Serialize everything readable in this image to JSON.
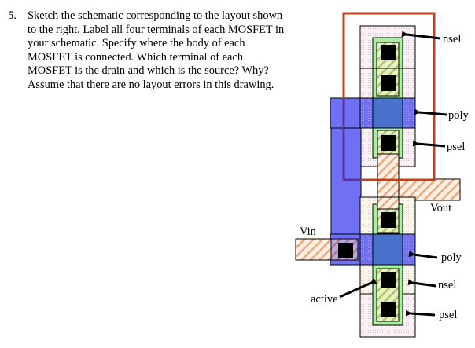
{
  "question": {
    "number": "5.",
    "text": "Sketch the schematic corresponding to the layout shown to the right. Label all four terminals of each MOSFET in your schematic. Specify where the body of each MOSFET is connected. Which terminal of each MOSFET is the drain and which is the source? Why? Assume that there are no layout errors in this drawing."
  },
  "diagram": {
    "labels": {
      "nsel_top": "nsel",
      "poly_top": "poly",
      "psel_top": "psel",
      "vout": "Vout",
      "vin": "Vin",
      "poly_bottom": "poly",
      "nsel_bottom": "nsel",
      "active": "active",
      "psel_bottom": "psel"
    },
    "colors": {
      "well_outline": "#C0401A",
      "poly": "#7070F5",
      "poly_over_active": "#4A72CC",
      "active": "#A8F0A0",
      "active_inner": "#D8F5B0",
      "metal_hatch": "#F0A070",
      "contact": "#000000",
      "sel_pink": "#F7E6EE",
      "sel_tan": "#F8EEDF"
    }
  }
}
